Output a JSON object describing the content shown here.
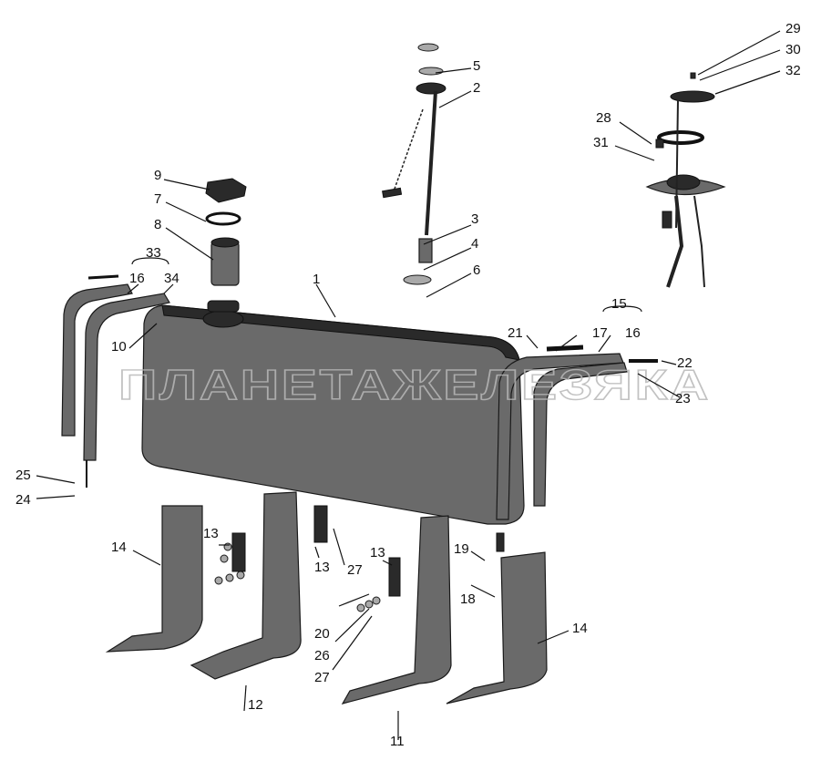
{
  "watermark": "ПЛАНЕТАЖЕЛЕЗЯКА",
  "callouts": [
    "1",
    "2",
    "3",
    "4",
    "5",
    "6",
    "7",
    "8",
    "9",
    "10",
    "11",
    "12",
    "13",
    "13",
    "13",
    "14",
    "14",
    "15",
    "16",
    "16",
    "17",
    "18",
    "19",
    "20",
    "21",
    "22",
    "23",
    "24",
    "25",
    "26",
    "27",
    "27",
    "28",
    "29",
    "30",
    "31",
    "32",
    "33",
    "34"
  ],
  "colors": {
    "ink": "#111111",
    "part": "#6a6a6a",
    "background": "#ffffff"
  }
}
